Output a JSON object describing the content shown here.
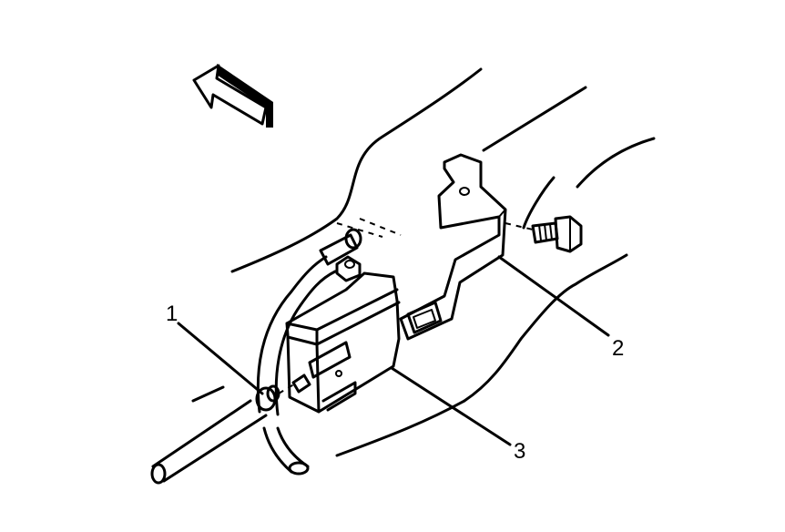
{
  "callouts": [
    {
      "id": "1",
      "label": "1"
    },
    {
      "id": "2",
      "label": "2"
    },
    {
      "id": "3",
      "label": "3"
    }
  ],
  "icons": {
    "direction_arrow": "forward-arrow-icon"
  },
  "colors": {
    "line": "#000000",
    "background": "#ffffff"
  }
}
